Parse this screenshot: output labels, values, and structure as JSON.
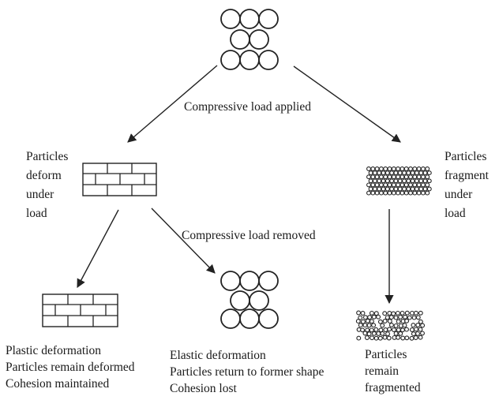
{
  "top_label": "Compressive load applied",
  "mid_label": "Compressive load removed",
  "left_branch": [
    "Particles",
    "deform",
    "under",
    "load"
  ],
  "right_branch": [
    "Particles",
    "fragment",
    "under",
    "load"
  ],
  "outcome_plastic": [
    "Plastic deformation",
    "Particles remain deformed",
    "Cohesion maintained"
  ],
  "outcome_elastic": [
    "Elastic deformation",
    "Particles return to former shape",
    "Cohesion lost"
  ],
  "outcome_fragment": [
    "Particles",
    "remain",
    "fragmented"
  ]
}
